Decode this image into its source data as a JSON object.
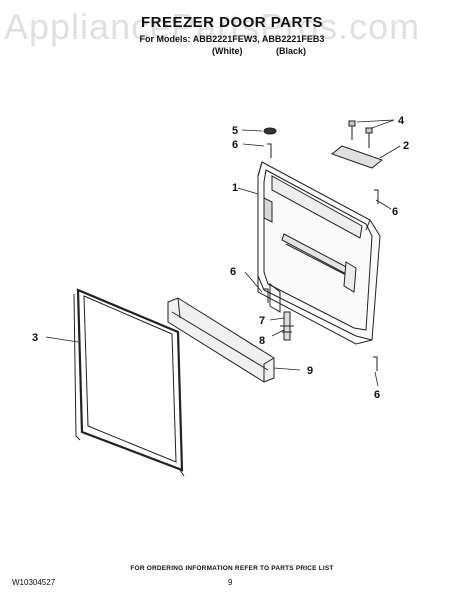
{
  "watermark": "AppliancePartsPros.com",
  "header": {
    "title": "FREEZER DOOR PARTS",
    "models": "For Models: ABB2221FEW3, ABB2221FEB3",
    "variant_white": "(White)",
    "variant_black": "(Black)"
  },
  "callouts": {
    "c1": "1",
    "c2": "2",
    "c3": "3",
    "c4": "4",
    "c5": "5",
    "c6a": "6",
    "c6b": "6",
    "c6c": "6",
    "c6d": "6",
    "c7": "7",
    "c8": "8",
    "c9": "9"
  },
  "footer": {
    "note": "FOR ORDERING INFORMATION REFER TO PARTS PRICE LIST",
    "doc_number": "W10304527",
    "page_number": "9"
  }
}
